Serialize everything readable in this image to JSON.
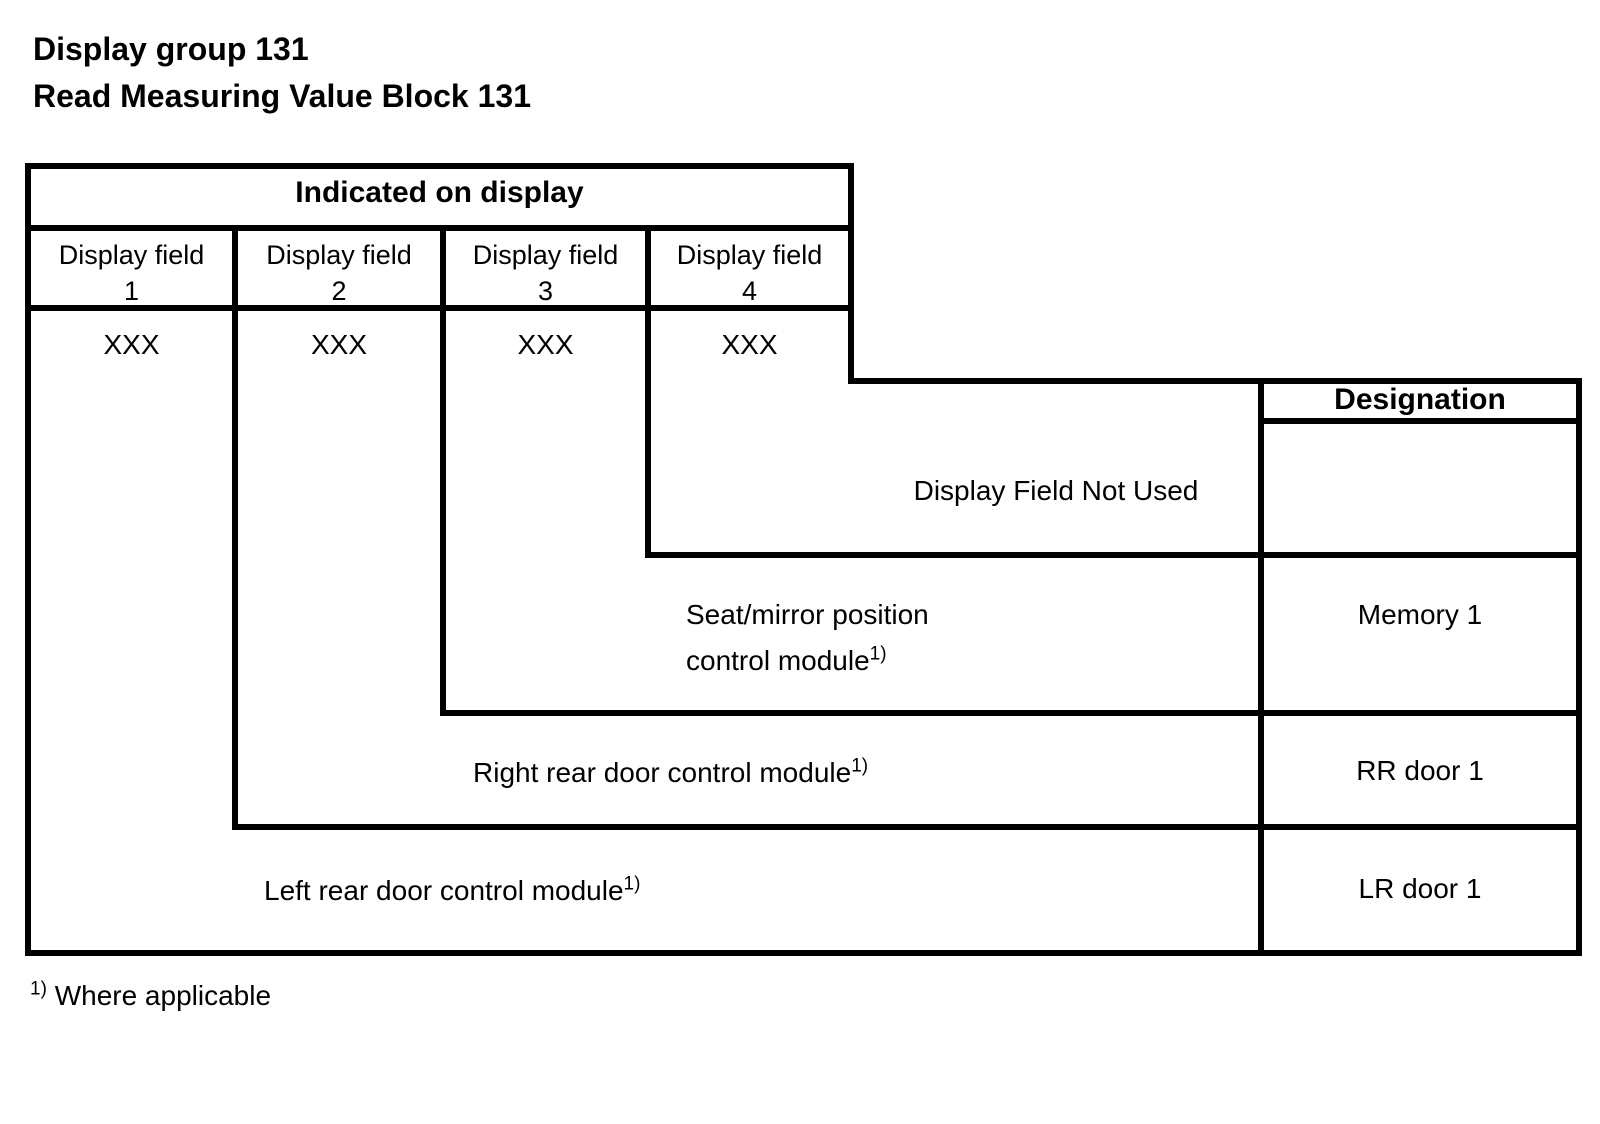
{
  "page": {
    "title_line1": "Display group 131",
    "title_line2": "Read Measuring Value Block 131"
  },
  "table": {
    "display_header": "Indicated on display",
    "designation_header": "Designation",
    "columns": [
      {
        "label": "Display field",
        "number": "1",
        "value": "XXX"
      },
      {
        "label": "Display field",
        "number": "2",
        "value": "XXX"
      },
      {
        "label": "Display field",
        "number": "3",
        "value": "XXX"
      },
      {
        "label": "Display field",
        "number": "4",
        "value": "XXX"
      }
    ],
    "rows": [
      {
        "description": "Display Field Not Used",
        "footnote_marker": "",
        "designation": ""
      },
      {
        "description_line1": "Seat/mirror position",
        "description_line2": "control module",
        "footnote_marker": "1)",
        "designation": "Memory 1"
      },
      {
        "description": "Right rear door control module",
        "footnote_marker": "1)",
        "designation": "RR door 1"
      },
      {
        "description": "Left rear door control module",
        "footnote_marker": "1)",
        "designation": "LR door 1"
      }
    ]
  },
  "footnote": {
    "marker": "1)",
    "text": "Where applicable"
  }
}
